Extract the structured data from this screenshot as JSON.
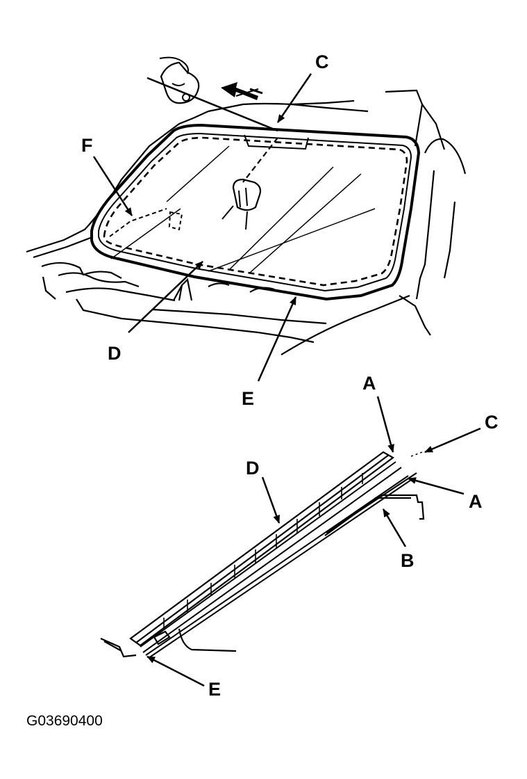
{
  "top_view": {
    "labels": {
      "c": "C",
      "f": "F",
      "d": "D",
      "e": "E"
    }
  },
  "section_view": {
    "labels": {
      "a_upper": "A",
      "c": "C",
      "d": "D",
      "a_lower": "A",
      "b": "B",
      "e": "E"
    }
  },
  "figure_code": "G03690400",
  "colors": {
    "ink": "#000000",
    "paper": "#ffffff"
  }
}
